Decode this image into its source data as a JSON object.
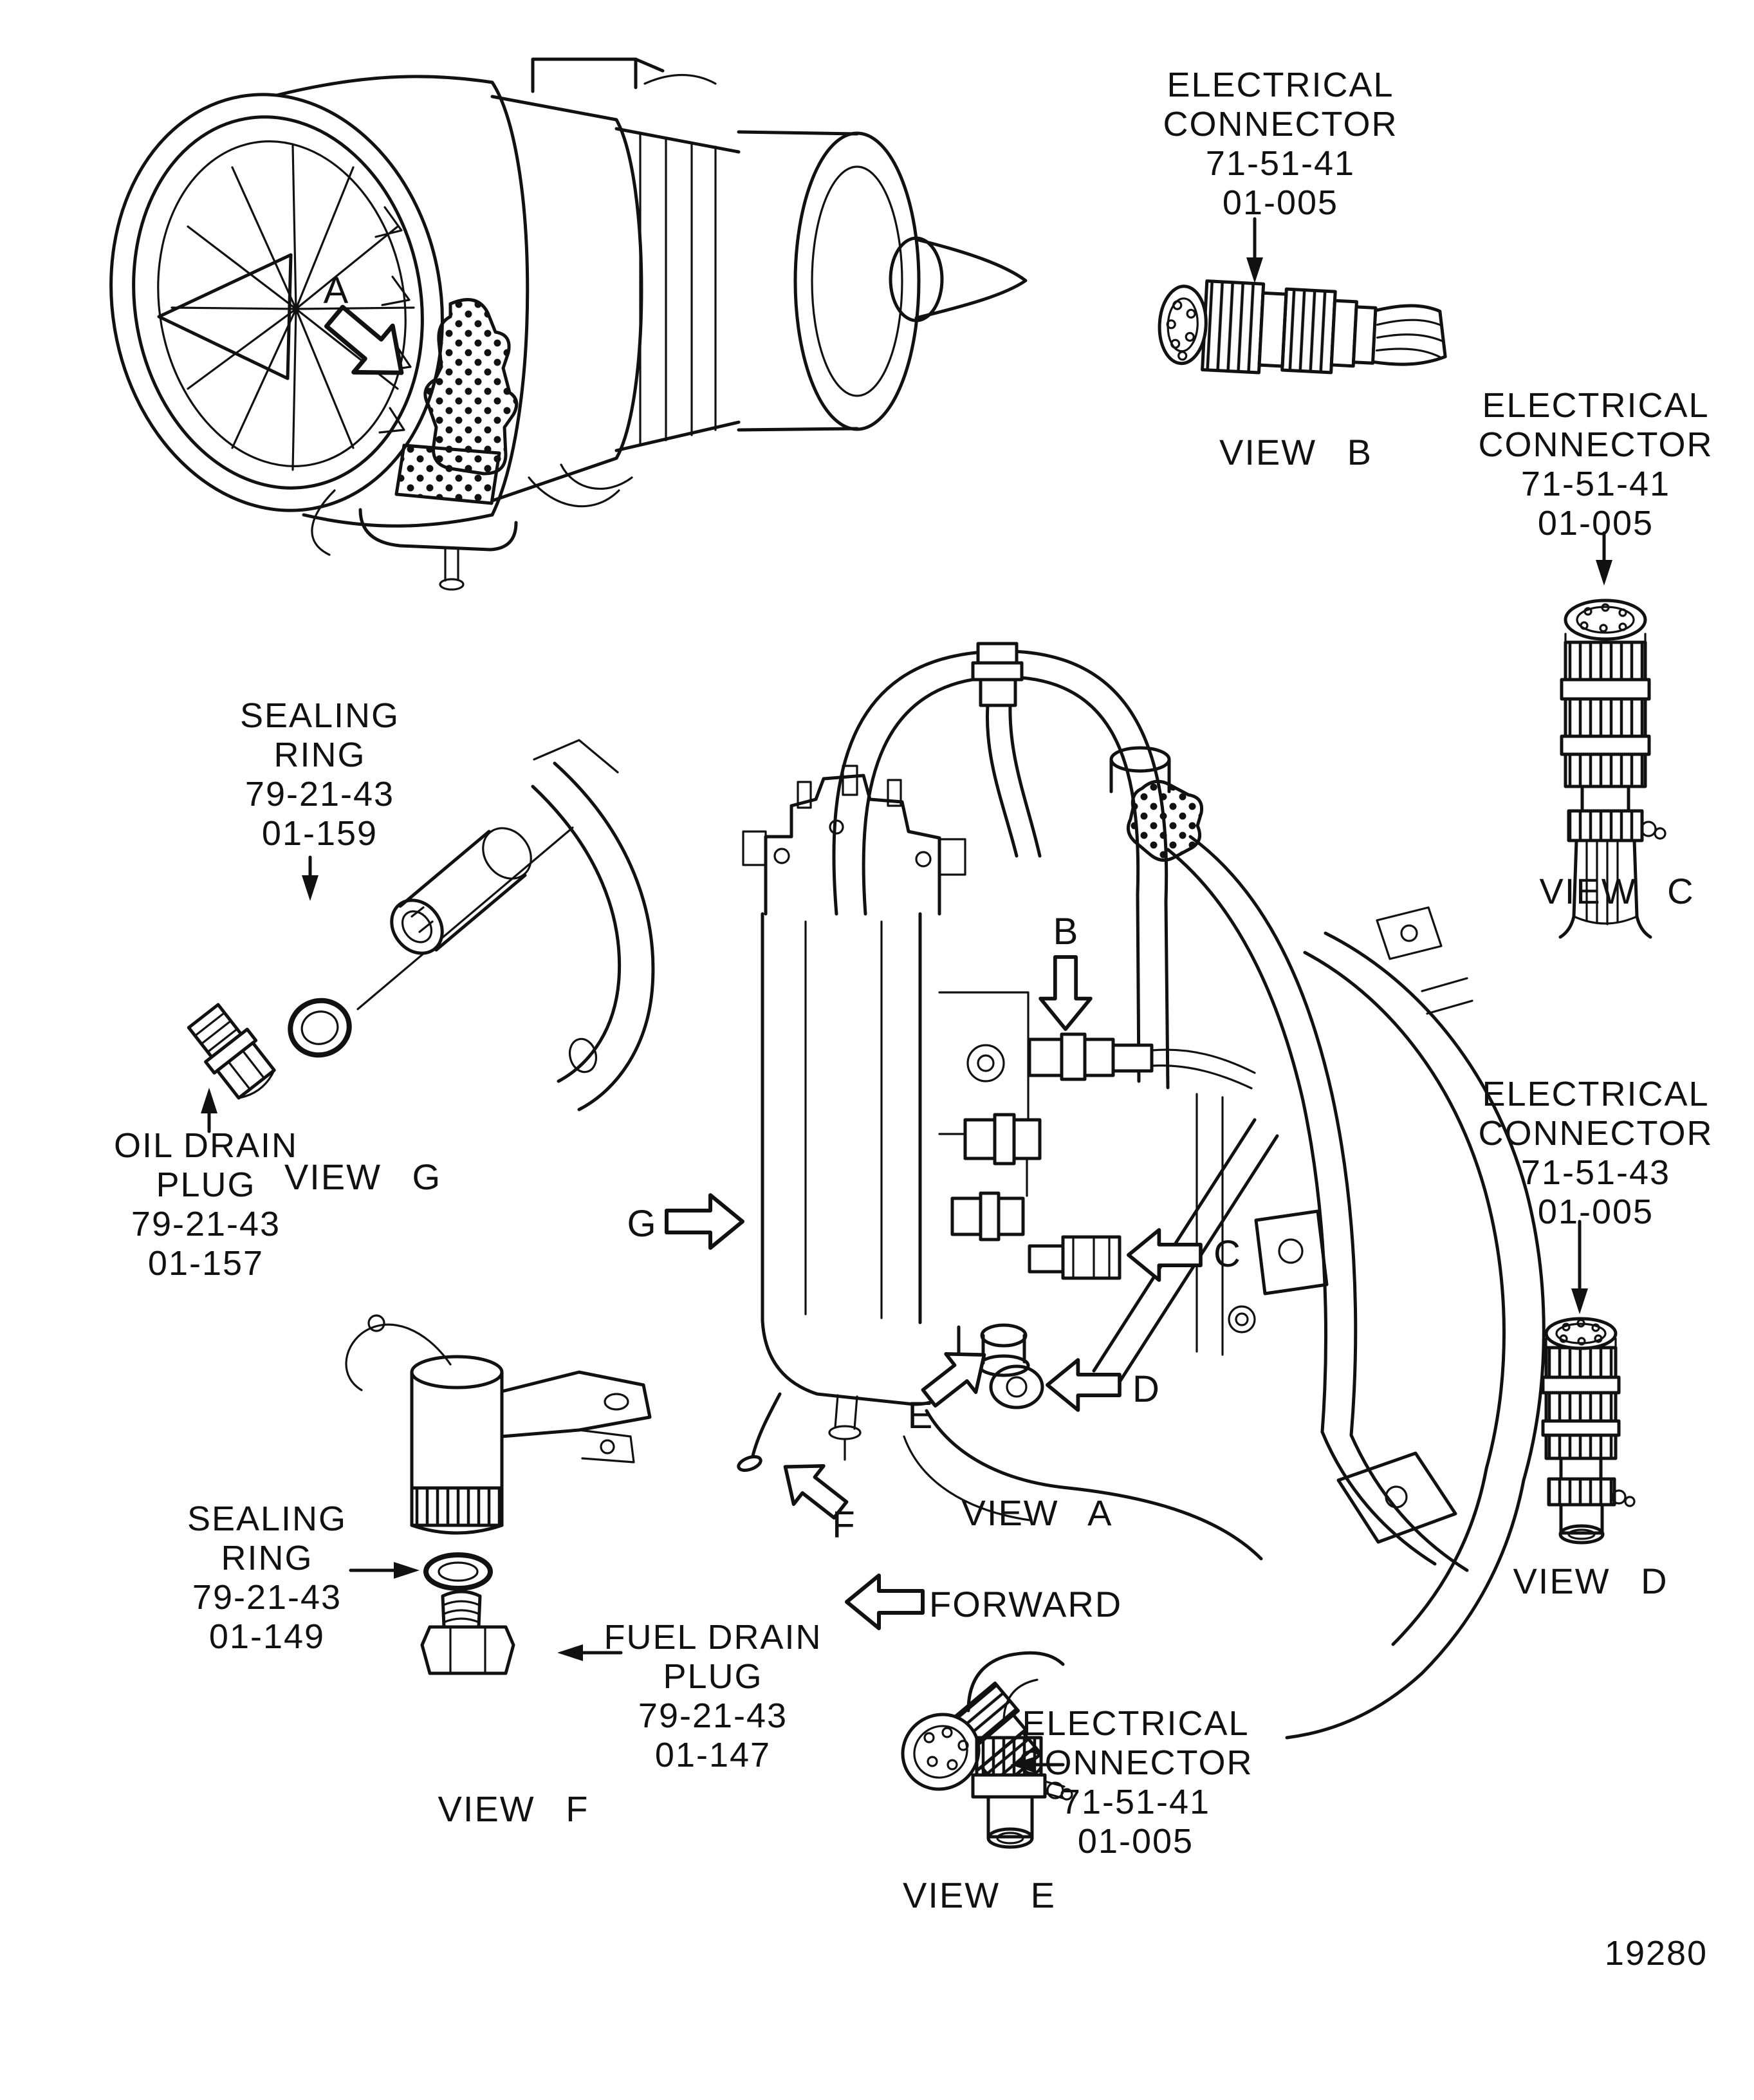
{
  "figure": {
    "number": "19280",
    "forward_label": "FORWARD"
  },
  "letters": {
    "a": "A",
    "b": "B",
    "c": "C",
    "d": "D",
    "e": "E",
    "f": "F",
    "g": "G"
  },
  "views": {
    "a": {
      "title": "VIEW A"
    },
    "b": {
      "title": "VIEW B",
      "callout": [
        "ELECTRICAL",
        "CONNECTOR",
        "71-51-41",
        "01-005"
      ]
    },
    "c": {
      "title": "VIEW C",
      "callout": [
        "ELECTRICAL",
        "CONNECTOR",
        "71-51-41",
        "01-005"
      ]
    },
    "d": {
      "title": "VIEW D",
      "callout": [
        "ELECTRICAL",
        "CONNECTOR",
        "71-51-43",
        "01-005"
      ]
    },
    "e": {
      "title": "VIEW E",
      "callout": [
        "ELECTRICAL",
        "CONNECTOR",
        "71-51-41",
        "01-005"
      ]
    },
    "f": {
      "title": "VIEW F",
      "sealing_ring": [
        "SEALING",
        "RING",
        "79-21-43",
        "01-149"
      ],
      "fuel_drain_plug": [
        "FUEL DRAIN",
        "PLUG",
        "79-21-43",
        "01-147"
      ]
    },
    "g": {
      "title": "VIEW G",
      "sealing_ring": [
        "SEALING",
        "RING",
        "79-21-43",
        "01-159"
      ],
      "oil_drain_plug": [
        "OIL DRAIN",
        "PLUG",
        "79-21-43",
        "01-157"
      ]
    }
  },
  "colors": {
    "ink": "#111111",
    "paper": "#ffffff"
  }
}
